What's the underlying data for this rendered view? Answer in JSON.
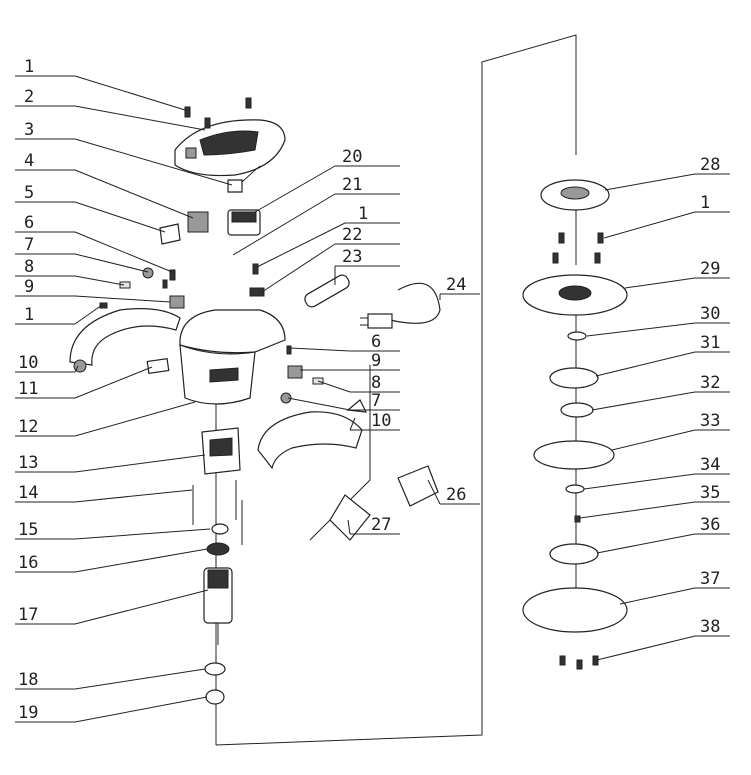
{
  "callouts": [
    {
      "label": "1"
    },
    {
      "label": "2"
    },
    {
      "label": "3"
    },
    {
      "label": "4"
    },
    {
      "label": "5"
    },
    {
      "label": "6"
    },
    {
      "label": "7"
    },
    {
      "label": "8"
    },
    {
      "label": "9"
    },
    {
      "label": "1"
    },
    {
      "label": "10"
    },
    {
      "label": "11"
    },
    {
      "label": "12"
    },
    {
      "label": "13"
    },
    {
      "label": "14"
    },
    {
      "label": "15"
    },
    {
      "label": "16"
    },
    {
      "label": "17"
    },
    {
      "label": "18"
    },
    {
      "label": "19"
    },
    {
      "label": "20"
    },
    {
      "label": "21"
    },
    {
      "label": "1"
    },
    {
      "label": "22"
    },
    {
      "label": "23"
    },
    {
      "label": "24"
    },
    {
      "label": "6"
    },
    {
      "label": "9"
    },
    {
      "label": "8"
    },
    {
      "label": "7"
    },
    {
      "label": "10"
    },
    {
      "label": "26"
    },
    {
      "label": "27"
    },
    {
      "label": "28"
    },
    {
      "label": "1"
    },
    {
      "label": "29"
    },
    {
      "label": "30"
    },
    {
      "label": "31"
    },
    {
      "label": "32"
    },
    {
      "label": "33"
    },
    {
      "label": "34"
    },
    {
      "label": "35"
    },
    {
      "label": "36"
    },
    {
      "label": "37"
    },
    {
      "label": "38"
    }
  ]
}
